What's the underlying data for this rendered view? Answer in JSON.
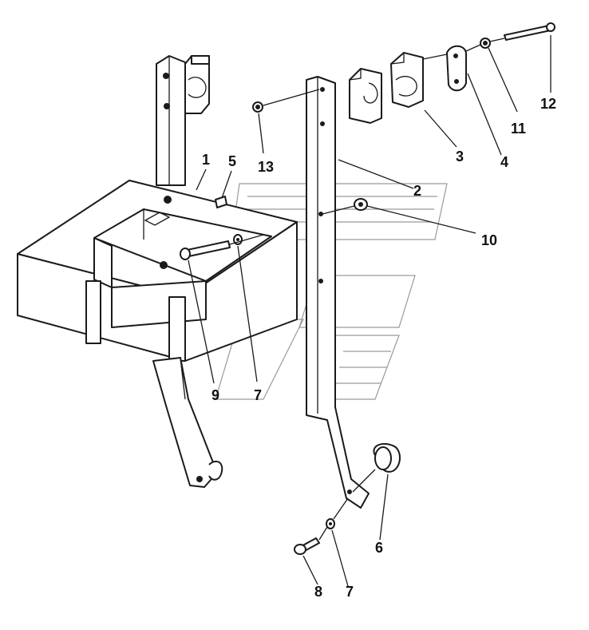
{
  "callouts": {
    "c1": "1",
    "c2": "2",
    "c3": "3",
    "c4": "4",
    "c5": "5",
    "c6": "6",
    "c7a": "7",
    "c7b": "7",
    "c8": "8",
    "c9": "9",
    "c10": "10",
    "c11": "11",
    "c12": "12",
    "c13": "13"
  },
  "colors": {
    "line": "#1a1a1a",
    "watermark": "#9a9a9a",
    "background": "#ffffff"
  }
}
